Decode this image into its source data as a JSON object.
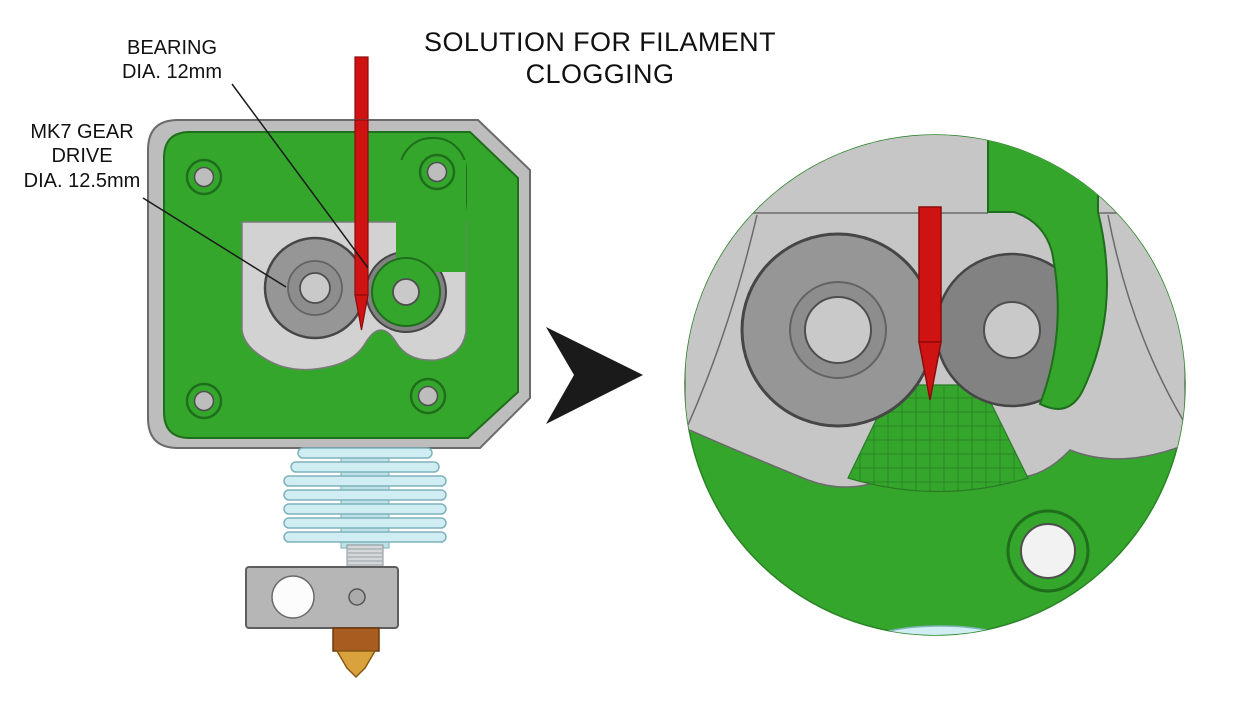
{
  "title": {
    "line1": "SOLUTION FOR FILAMENT",
    "line2": "CLOGGING"
  },
  "callouts": {
    "bearing": {
      "lines": [
        "BEARING",
        "DIA. 12mm"
      ]
    },
    "gear_drive": {
      "lines": [
        "MK7 GEAR",
        "DRIVE",
        "DIA. 12.5mm"
      ]
    }
  },
  "colors": {
    "green": "#35A62C",
    "green_dark": "#1E6E1B",
    "gray_plate": "#BDBDBD",
    "gray_light": "#D2D2D2",
    "hub": "#C9C9C9",
    "red": "#CE1312",
    "red_dark": "#8E0B0B",
    "cyan": "#CFEDF2",
    "cyan_dark": "#7FB2BA",
    "brass": "#A85C20",
    "gold": "#D9A23C",
    "ink": "#1A1A1A",
    "mesh": "#2B7A26"
  }
}
